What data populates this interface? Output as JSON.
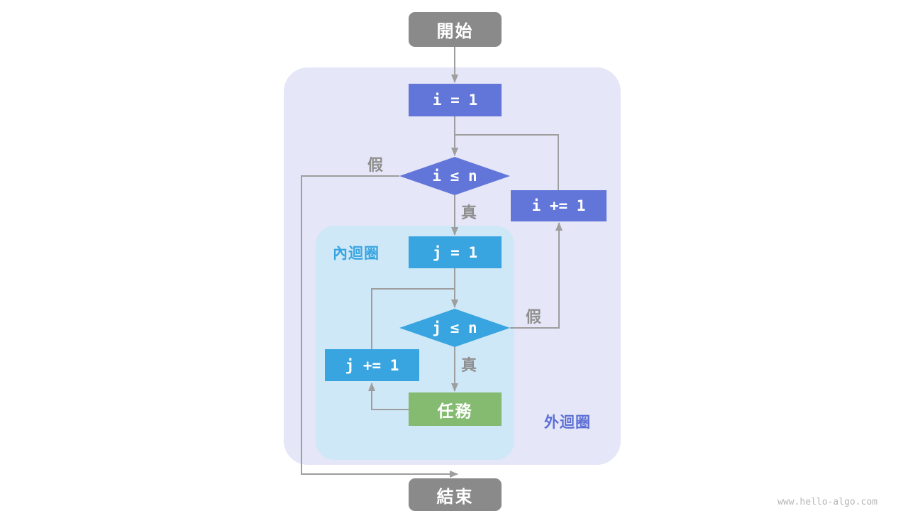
{
  "nodes": {
    "start": {
      "label": "開始"
    },
    "outer_init": {
      "label": "i = 1"
    },
    "outer_cond": {
      "label": "i ≤ n"
    },
    "outer_incr": {
      "label": "i += 1"
    },
    "inner_init": {
      "label": "j = 1"
    },
    "inner_cond": {
      "label": "j ≤ n"
    },
    "inner_incr": {
      "label": "j += 1"
    },
    "task": {
      "label": "任務"
    },
    "end": {
      "label": "結束"
    }
  },
  "regions": {
    "outer_loop": {
      "label": "外迴圈"
    },
    "inner_loop": {
      "label": "內迴圈"
    }
  },
  "edge_labels": {
    "outer_true": "真",
    "outer_false": "假",
    "inner_true": "真",
    "inner_false": "假"
  },
  "colors": {
    "outer_node": "#6176d8",
    "inner_node": "#38a5e0",
    "task_node": "#85ba71",
    "terminal_node": "#8a8a8a",
    "outer_region": "#e5e6f7",
    "inner_region": "#cfe8f8",
    "edge": "#9e9e9e",
    "label_gray": "#8f8f8f"
  },
  "watermark": "www.hello-algo.com"
}
